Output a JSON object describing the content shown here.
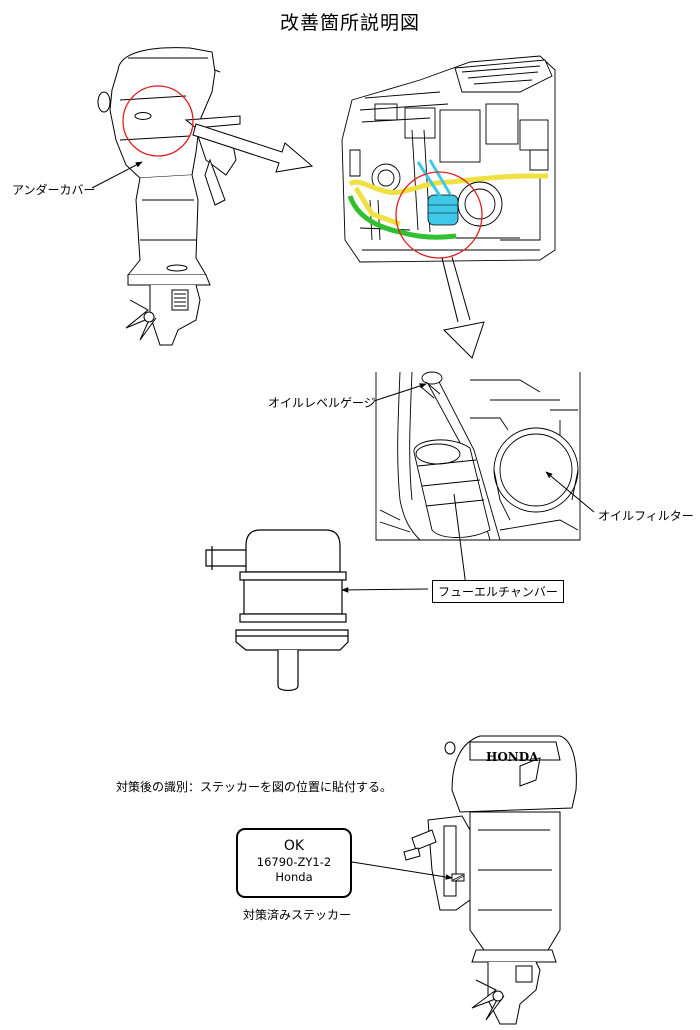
{
  "title": "改善箇所説明図",
  "labels": {
    "under_cover": "アンダーカバー",
    "oil_level_gauge": "オイルレベルゲージ",
    "oil_filter": "オイルフィルター",
    "fuel_chamber": "フューエルチャンバー",
    "identification_note": "対策後の識別：ステッカーを図の位置に貼付する。",
    "sticker_caption": "対策済みステッカー"
  },
  "sticker": {
    "line1": "OK",
    "line2": "16790-ZY1-2",
    "line3": "Honda"
  },
  "engine_brand": "HONDA",
  "colors": {
    "highlight_circle": "#e02020",
    "fuel_hose_yellow": "#f0e040",
    "fuel_hose_green": "#30c030",
    "fuel_chamber_blue": "#40c8e8"
  }
}
